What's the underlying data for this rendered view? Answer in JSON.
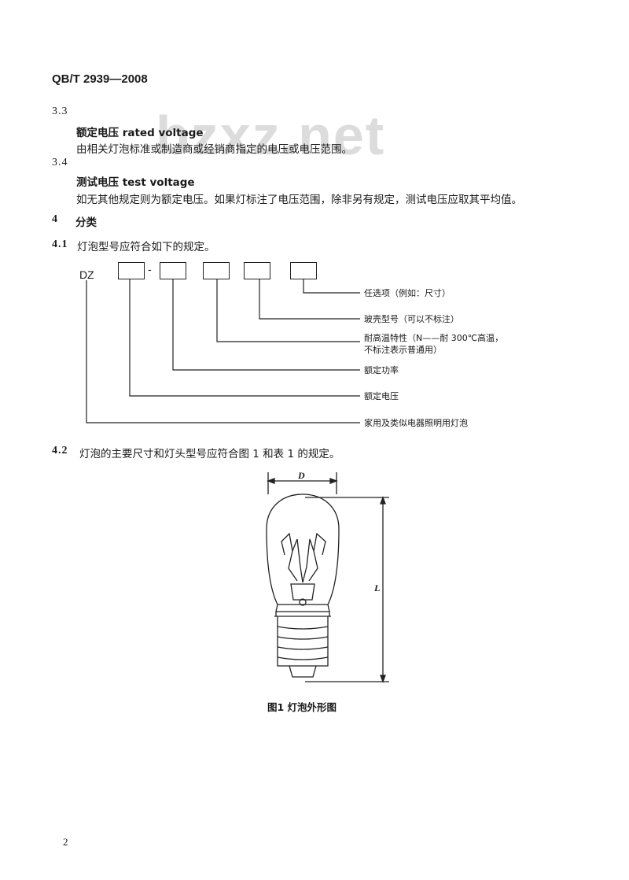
{
  "header": {
    "standard_code": "QB/T 2939—2008"
  },
  "watermark": {
    "text": "bzxz.net"
  },
  "section_3_3": {
    "number": "3.3",
    "term": "额定电压  rated voltage",
    "definition": "由相关灯泡标准或制造商或经销商指定的电压或电压范围。"
  },
  "section_3_4": {
    "number": "3.4",
    "term": "测试电压  test voltage",
    "definition": "如无其他规定则为额定电压。如果灯标注了电压范围，除非另有规定，测试电压应取其平均值。"
  },
  "section_4": {
    "number": "4",
    "title": "分类"
  },
  "section_4_1": {
    "number": "4.1",
    "text": "灯泡型号应符合如下的规定。",
    "model": {
      "prefix": "DZ",
      "separator": "-",
      "labels": [
        "任选项（例如：尺寸）",
        "玻壳型号（可以不标注）",
        "耐高温特性（N——耐 300℃高温，",
        "不标注表示普通用）",
        "额定功率",
        "额定电压",
        "家用及类似电器照明用灯泡"
      ]
    }
  },
  "section_4_2": {
    "number": "4.2",
    "text": "灯泡的主要尺寸和灯头型号应符合图 1 和表 1 的规定。"
  },
  "figure_1": {
    "dim_d": "D",
    "dim_l": "L",
    "caption": "图1   灯泡外形图"
  },
  "footer": {
    "page_number": "2"
  }
}
